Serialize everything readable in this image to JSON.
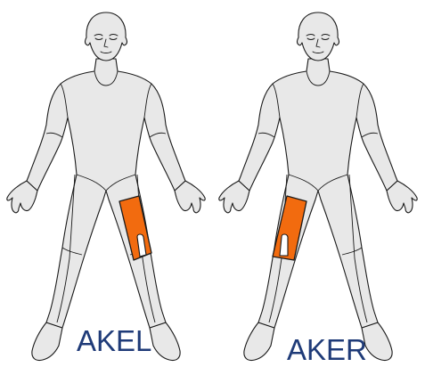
{
  "figures": [
    {
      "id": "left",
      "label": "AKEL",
      "highlight": "right-of-figure-thigh"
    },
    {
      "id": "right",
      "label": "AKER",
      "highlight": "left-of-figure-thigh"
    }
  ],
  "colors": {
    "body_fill": "#e8e8e8",
    "outline": "#1a1a1a",
    "highlight": "#f26b0f",
    "label_text": "#1f3b78"
  }
}
